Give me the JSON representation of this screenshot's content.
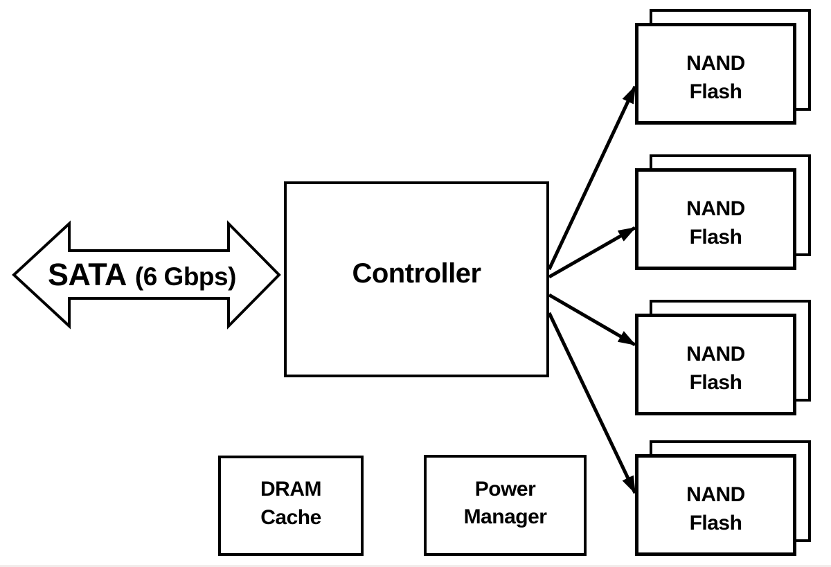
{
  "diagram": {
    "sata": {
      "label": "SATA",
      "speed": "(6 Gbps)"
    },
    "controller": {
      "label": "Controller"
    },
    "nand": {
      "line1": "NAND",
      "line2": "Flash"
    },
    "dram": {
      "line1": "DRAM",
      "line2": "Cache"
    },
    "power": {
      "line1": "Power",
      "line2": "Manager"
    },
    "colors": {
      "line": "#000000",
      "background": "#ffffff",
      "page_edge": "#f2eceb"
    }
  }
}
